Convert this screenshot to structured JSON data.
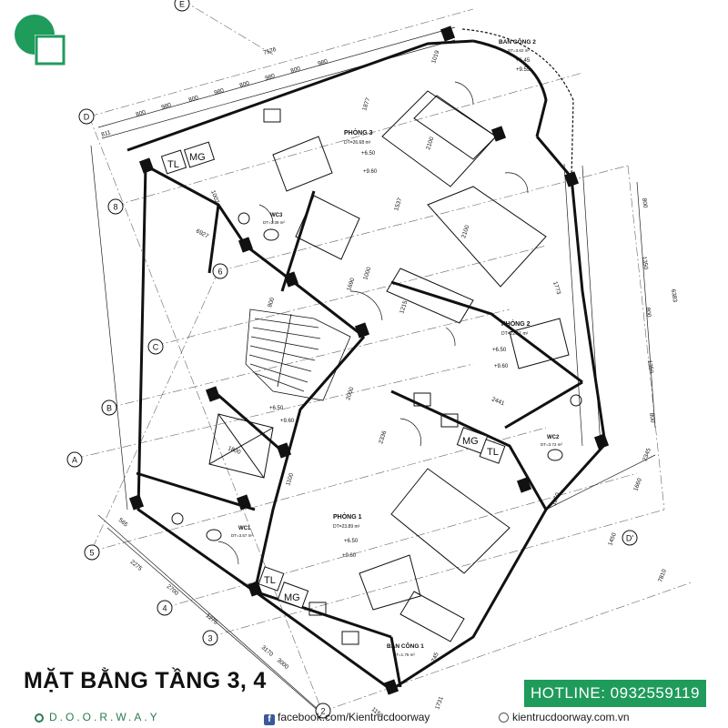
{
  "title": "MẶT BẰNG TẦNG 3, 4",
  "hotline": "HOTLINE: 0932559119",
  "footer": {
    "brand": "D.O.O.R.W.A.Y",
    "facebook": "facebook.com/Kientrucdoorway",
    "website": "kientrucdoorway.com.vn"
  },
  "rooms": {
    "phong3": {
      "name": "PHÒNG 3",
      "area": "DT=26.68 m²",
      "lvl1": "+6.50",
      "lvl2": "+9.60"
    },
    "phong2": {
      "name": "PHÒNG 2",
      "area": "DT=22.61 m²",
      "lvl1": "+6.50",
      "lvl2": "+9.60"
    },
    "phong1": {
      "name": "PHÒNG 1",
      "area": "DT=23.89 m²",
      "lvl1": "+6.50",
      "lvl2": "+9.60"
    },
    "wc3": {
      "name": "WC3",
      "area": "DT=3.39 m²"
    },
    "wc2": {
      "name": "WC2",
      "area": "DT=3.72 m²"
    },
    "wc1": {
      "name": "WC1",
      "area": "DT=3.57 m²"
    },
    "bancong2": {
      "name": "BAN CÔNG 2",
      "area": "DT=3.62 m²",
      "lvl1": "+6.45",
      "lvl2": "+9.55"
    },
    "bancong1": {
      "name": "BAN CÔNG 1",
      "area": "DT=1.75 m²"
    },
    "stair": {
      "lvl1": "+6.50",
      "lvl2": "+9.60"
    }
  },
  "fixtures": {
    "tl": "TL",
    "mg": "MG"
  },
  "axes": [
    "E",
    "D",
    "8",
    "6",
    "C",
    "B",
    "A",
    "5",
    "4",
    "3",
    "2",
    "D'"
  ],
  "dims": [
    "7526",
    "811",
    "800",
    "980",
    "800",
    "980",
    "800",
    "980",
    "800",
    "980",
    "1019",
    "1877",
    "2100",
    "1537",
    "1002",
    "800",
    "6927",
    "1000",
    "1690",
    "2100",
    "1215",
    "1773",
    "800",
    "1350",
    "800",
    "1350",
    "800",
    "6383",
    "2441",
    "2000",
    "2336",
    "1800",
    "1100",
    "2275",
    "2700",
    "1275",
    "3170",
    "3000",
    "1150",
    "1250",
    "1660",
    "1450",
    "2345",
    "1731",
    "7810",
    "745",
    "565"
  ]
}
